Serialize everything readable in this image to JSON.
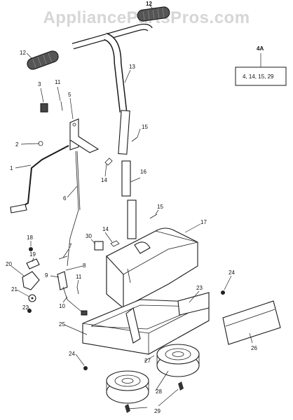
{
  "watermark": "AppliancePartsPros.com",
  "box": {
    "title": "4A",
    "contents": "4, 14, 15, 29"
  },
  "labels": {
    "p12a": "12",
    "p12b": "12",
    "p13": "13",
    "p3": "3",
    "p11a": "11",
    "p5": "5",
    "p15a": "15",
    "p2": "2",
    "p1": "1",
    "p14a": "14",
    "p16": "16",
    "p6": "6",
    "p15b": "15",
    "p17": "17",
    "p14b": "14",
    "p30": "30",
    "p18": "18",
    "p7": "7",
    "p19": "19",
    "p8": "8",
    "p20": "20",
    "p9": "9",
    "p11b": "11",
    "p10": "10",
    "p21": "21",
    "p24a": "24",
    "p23": "23",
    "p22": "22",
    "p25": "25",
    "p26": "26",
    "p24b": "24",
    "p27": "27",
    "p28": "28",
    "p29": "29"
  }
}
